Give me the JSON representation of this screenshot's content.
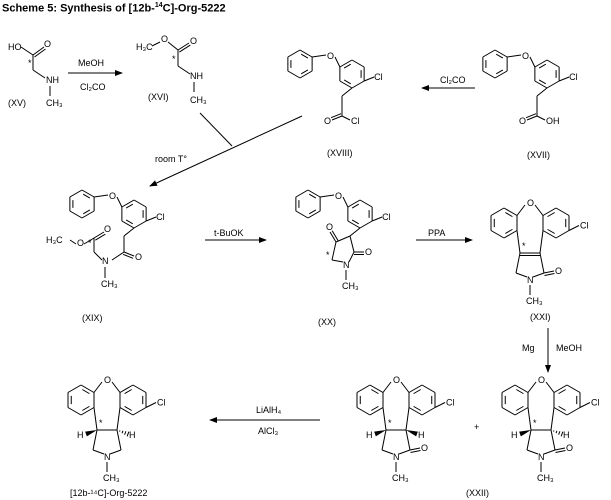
{
  "title": {
    "prefix": "Scheme 5: Synthesis of [12b-",
    "sup": "14",
    "suffix": "C]-Org-5222"
  },
  "compounds": {
    "xv": "(XV)",
    "xvi": "(XVI)",
    "xvii": "(XVII)",
    "xviii": "(XVIII)",
    "xix": "(XIX)",
    "xx": "(XX)",
    "xxi": "(XXI)",
    "xxii": "(XXII)",
    "org": "[12b-¹⁴C]-Org-5222"
  },
  "reagents": {
    "meoh": "MeOH",
    "cl2co": "Cl₂CO",
    "room_t": "room T°",
    "tbuok": "t-BuOK",
    "ppa": "PPA",
    "mg": "Mg",
    "lialh4": "LiAlH₄",
    "alcl3": "AlCl₃",
    "plus": "+"
  },
  "atoms": {
    "O": "O",
    "Cl": "Cl",
    "N": "N",
    "NH": "NH",
    "CH3": "CH₃",
    "H3C": "H₃C",
    "HO": "HO",
    "OH": "OH",
    "H": "H",
    "star": "*"
  }
}
